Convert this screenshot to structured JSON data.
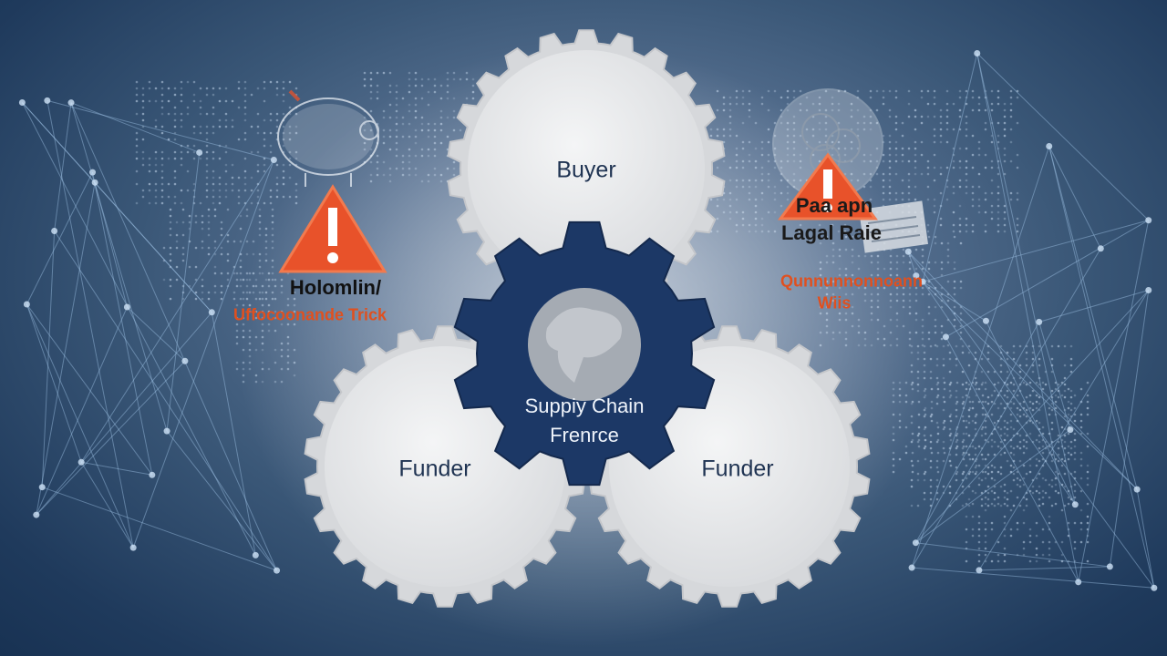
{
  "colors": {
    "background_center": "#8a9cb4",
    "background_edge": "#183253",
    "gear_light": "#ecedef",
    "gear_center": "#1c3866",
    "warning": "#e8522a",
    "network_line": "#9fc3e6"
  },
  "diagram": {
    "center": {
      "label_line1": "Suppiy Chain",
      "label_line2": "Frenrce",
      "icon": "gear-icon"
    },
    "nodes": [
      {
        "id": "buyer",
        "label": "Buyer",
        "icon": "gear-icon"
      },
      {
        "id": "funder-left",
        "label": "Funder",
        "icon": "gear-icon"
      },
      {
        "id": "funder-right",
        "label": "Funder",
        "icon": "gear-icon"
      }
    ],
    "warnings": {
      "left": {
        "icon": "piggy-bank-icon",
        "alert_icon": "warning-triangle-icon",
        "title": "Holomlin/",
        "subtitle": "Uffocoonande Trick"
      },
      "right": {
        "icon": "globe-icon",
        "alert_icon": "warning-triangle-icon",
        "title_line1": "Paa apn",
        "title_line2": "Lagal Raie",
        "subtitle_line1": "Qunnunnonnoann",
        "subtitle_line2": "Wiis"
      }
    }
  }
}
